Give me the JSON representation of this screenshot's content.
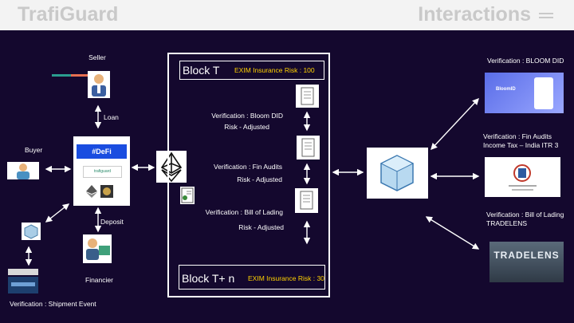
{
  "header": {
    "brand": "TrafiGuard",
    "section_title": "Interactions"
  },
  "actors": {
    "seller": "Seller",
    "buyer": "Buyer",
    "financier": "Financier",
    "loan": "Loan",
    "deposit": "Deposit"
  },
  "platform": {
    "defi_label": "#DeFi",
    "trafiguard_label": "trafiguard"
  },
  "blocks": {
    "top": {
      "title": "Block T",
      "risk": "EXIM Insurance Risk : 100"
    },
    "bottom": {
      "title": "Block T+ n",
      "risk": "EXIM Insurance Risk : 30"
    }
  },
  "chain_steps": [
    {
      "verification": "Verification : Bloom DID",
      "risk": "Risk - Adjusted"
    },
    {
      "verification": "Verification : Fin Audits",
      "risk": "Risk - Adjusted"
    },
    {
      "verification": "Verification : Bill of Lading",
      "risk": "Risk - Adjusted"
    }
  ],
  "verifiers": {
    "bloom": {
      "label": "Verification : BLOOM DID",
      "logo": "BloomID"
    },
    "fin_audits": {
      "line1": "Verification : Fin Audits",
      "line2": "Income Tax – India ITR 3"
    },
    "bill_of_lading": {
      "line1": "Verification : Bill of Lading",
      "line2": "TRADELENS",
      "logo": "TRADELENS"
    }
  },
  "shipment": {
    "label": "Verification : Shipment Event"
  },
  "colors": {
    "background": "#14082e",
    "accent_yellow": "#ffd200",
    "defi_blue": "#1a4de0"
  }
}
